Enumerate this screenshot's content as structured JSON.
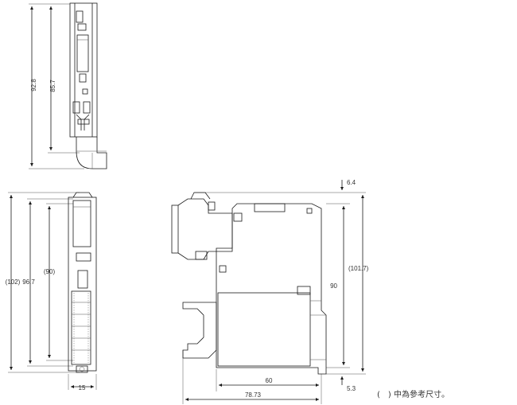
{
  "figure": {
    "dimensions": {
      "top_total_height": "92.8",
      "top_inner_height": "85.7",
      "front_outer_height": "(102)",
      "front_body_height": "96.7",
      "front_inner_height": "(90)",
      "front_width": "15",
      "side_top_offset": "6.4",
      "side_outer_height": "(101.7)",
      "side_inner_height": "90",
      "side_depth": "60",
      "side_total_depth": "78.73",
      "side_bottom_offset": "5.3"
    },
    "note": "(　) 中為參考尺寸。"
  }
}
